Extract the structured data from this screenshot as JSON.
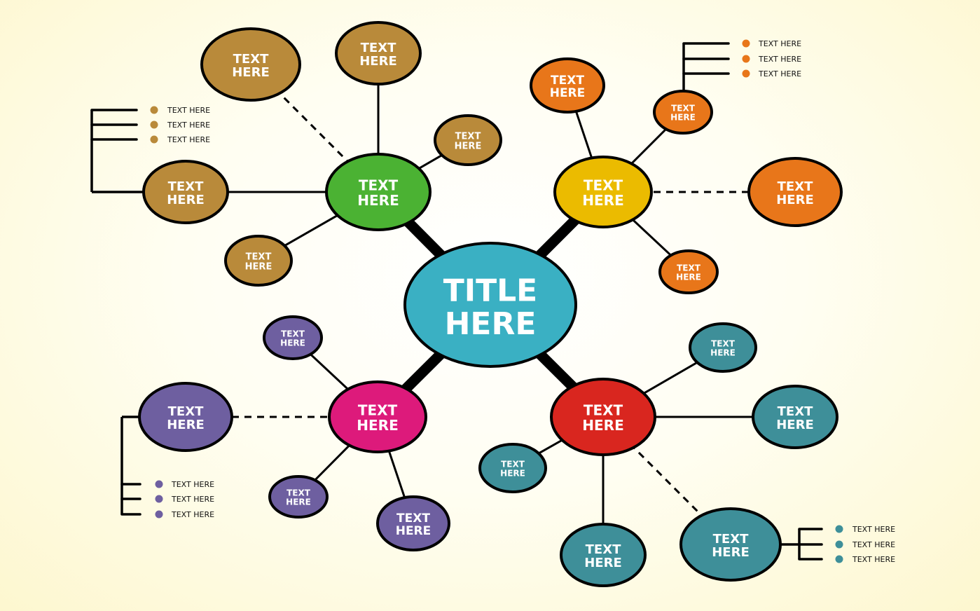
{
  "title": {
    "line1": "TITLE",
    "line2": "HERE",
    "color": "#3AB0C3"
  },
  "branches": [
    {
      "id": "green",
      "hub": {
        "line1": "TEXT",
        "line2": "HERE",
        "color": "#4BB233"
      },
      "leaf_color": "#B98A3A",
      "leaves": [
        {
          "line1": "TEXT",
          "line2": "HERE"
        },
        {
          "line1": "TEXT",
          "line2": "HERE"
        },
        {
          "line1": "TEXT",
          "line2": "HERE"
        },
        {
          "line1": "TEXT",
          "line2": "HERE"
        },
        {
          "line1": "TEXT",
          "line2": "HERE"
        }
      ],
      "bullets": [
        "TEXT HERE",
        "TEXT HERE",
        "TEXT HERE"
      ]
    },
    {
      "id": "yellow",
      "hub": {
        "line1": "TEXT",
        "line2": "HERE",
        "color": "#EBBB00"
      },
      "leaf_color": "#E8761A",
      "leaves": [
        {
          "line1": "TEXT",
          "line2": "HERE"
        },
        {
          "line1": "TEXT",
          "line2": "HERE"
        },
        {
          "line1": "TEXT",
          "line2": "HERE"
        },
        {
          "line1": "TEXT",
          "line2": "HERE"
        }
      ],
      "bullets": [
        "TEXT HERE",
        "TEXT HERE",
        "TEXT HERE"
      ]
    },
    {
      "id": "magenta",
      "hub": {
        "line1": "TEXT",
        "line2": "HERE",
        "color": "#DD1A7B"
      },
      "leaf_color": "#6E5FA0",
      "leaves": [
        {
          "line1": "TEXT",
          "line2": "HERE"
        },
        {
          "line1": "TEXT",
          "line2": "HERE"
        },
        {
          "line1": "TEXT",
          "line2": "HERE"
        },
        {
          "line1": "TEXT",
          "line2": "HERE"
        }
      ],
      "bullets": [
        "TEXT HERE",
        "TEXT HERE",
        "TEXT HERE"
      ]
    },
    {
      "id": "red",
      "hub": {
        "line1": "TEXT",
        "line2": "HERE",
        "color": "#D9261F"
      },
      "leaf_color": "#3E8F99",
      "leaves": [
        {
          "line1": "TEXT",
          "line2": "HERE"
        },
        {
          "line1": "TEXT",
          "line2": "HERE"
        },
        {
          "line1": "TEXT",
          "line2": "HERE"
        },
        {
          "line1": "TEXT",
          "line2": "HERE"
        },
        {
          "line1": "TEXT",
          "line2": "HERE"
        }
      ],
      "bullets": [
        "TEXT HERE",
        "TEXT HERE",
        "TEXT HERE"
      ]
    }
  ]
}
